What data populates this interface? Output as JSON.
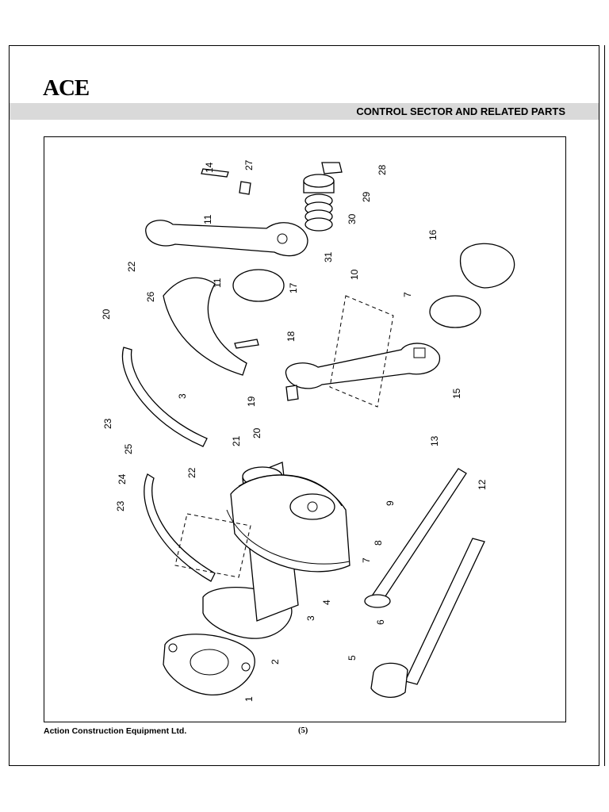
{
  "header": {
    "logo_text": "ACE",
    "section_title": "CONTROL SECTOR AND RELATED PARTS"
  },
  "diagram": {
    "callouts": [
      "1",
      "2",
      "3",
      "3",
      "4",
      "5",
      "6",
      "7",
      "7",
      "8",
      "9",
      "10",
      "11",
      "11",
      "12",
      "13",
      "14",
      "15",
      "16",
      "17",
      "18",
      "19",
      "20",
      "20",
      "21",
      "22",
      "22",
      "23",
      "23",
      "24",
      "25",
      "26",
      "27",
      "28",
      "29",
      "30",
      "31"
    ]
  },
  "footer": {
    "company": "Action Construction Equipment Ltd.",
    "page_number": "(5)"
  }
}
